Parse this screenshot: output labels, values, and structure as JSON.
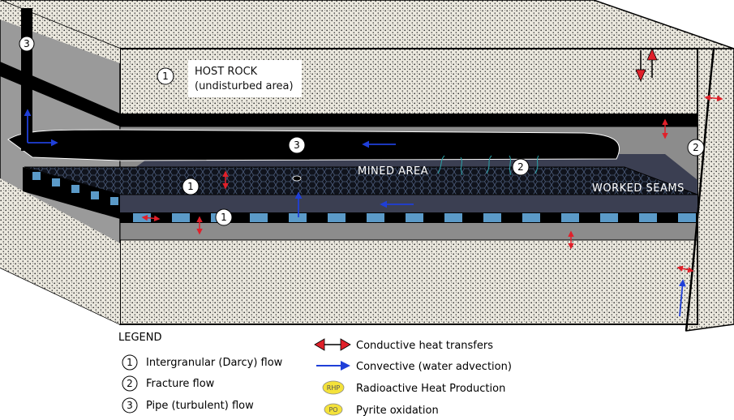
{
  "labels": {
    "host_rock_line1": "HOST ROCK",
    "host_rock_line2": "(undisturbed area)",
    "mined_area": "MINED AREA",
    "worked_seams": "WORKED SEAMS"
  },
  "markers": {
    "shaft": "3",
    "host_rock": "1",
    "fault": "2",
    "pipe": "3",
    "mined_fracture": "2",
    "seam_upper": "1",
    "seam_lower": "1"
  },
  "legend": {
    "title": "LEGEND",
    "flow_items": [
      {
        "num": "1",
        "text": "Intergranular (Darcy) flow"
      },
      {
        "num": "2",
        "text": "Fracture flow"
      },
      {
        "num": "3",
        "text": "Pipe (turbulent) flow"
      }
    ],
    "symbol_items": [
      {
        "text": "Conductive heat transfers"
      },
      {
        "text": "Convective (water advection)"
      },
      {
        "badge": "RHP",
        "text": "Radioactive Heat Production"
      },
      {
        "badge": "PO",
        "text": "Pyrite oxidation"
      }
    ]
  },
  "colors": {
    "rock_fill": "#e6e2d6",
    "dark_band": "#000000",
    "seam_grey": "#888888",
    "mined_area": "#3b3f52",
    "seam_blue": "#5b9ac8",
    "conductive_red": "#e0202a",
    "convective_blue": "#1f3fd8",
    "badge_yellow": "#f4e23a"
  }
}
